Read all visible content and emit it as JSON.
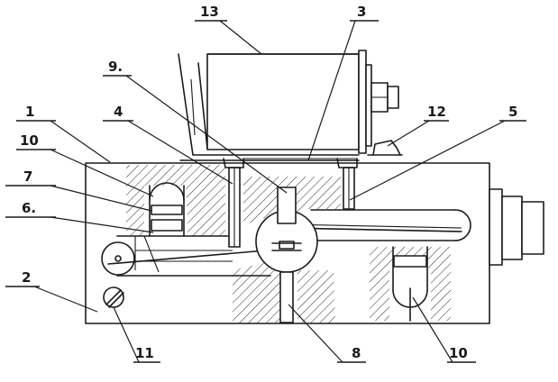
{
  "labels": {
    "l1": "1",
    "l2": "2",
    "l3": "3",
    "l4": "4",
    "l5": "5",
    "l6": "6.",
    "l7": "7",
    "l8": "8",
    "l9": "9.",
    "l10a": "10",
    "l10b": "10",
    "l11": "11",
    "l12": "12",
    "l13": "13"
  },
  "style": {
    "ink_color": "#1a1a1a",
    "background": "#ffffff"
  }
}
